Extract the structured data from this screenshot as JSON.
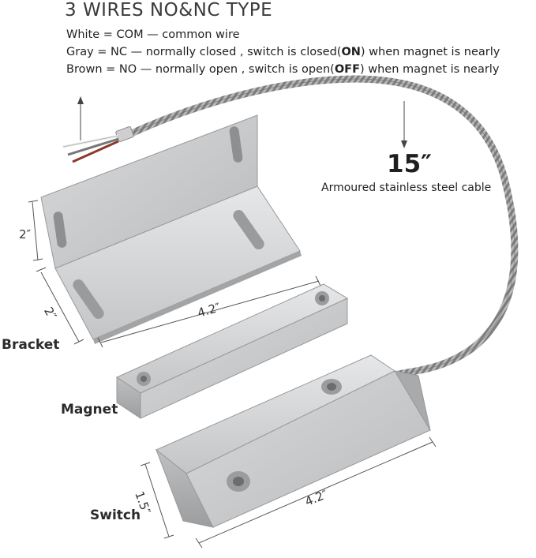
{
  "title": "3 WIRES NO&NC TYPE",
  "wires": [
    {
      "text_before": "White = COM — common wire",
      "bold": "",
      "text_after": ""
    },
    {
      "text_before": "Gray = NC — normally closed , switch is closed(",
      "bold": "ON",
      "text_after": ") when magnet is nearly"
    },
    {
      "text_before": "Brown = NO — normally open , switch is open(",
      "bold": "OFF",
      "text_after": ") when magnet is nearly"
    }
  ],
  "cable": {
    "length": "15″",
    "caption": "Armoured stainless steel cable"
  },
  "parts": {
    "bracket": "Bracket",
    "magnet": "Magnet",
    "switch": "Switch"
  },
  "dimensions": {
    "bracket_height": "2″",
    "bracket_depth": "2″",
    "bracket_length": "4.2″",
    "switch_height": "1.5″",
    "switch_length": "4.2″"
  },
  "colors": {
    "metal": "#c8c9cb",
    "metal_dark": "#a8a9ab",
    "cable": "#9a9a9a"
  }
}
